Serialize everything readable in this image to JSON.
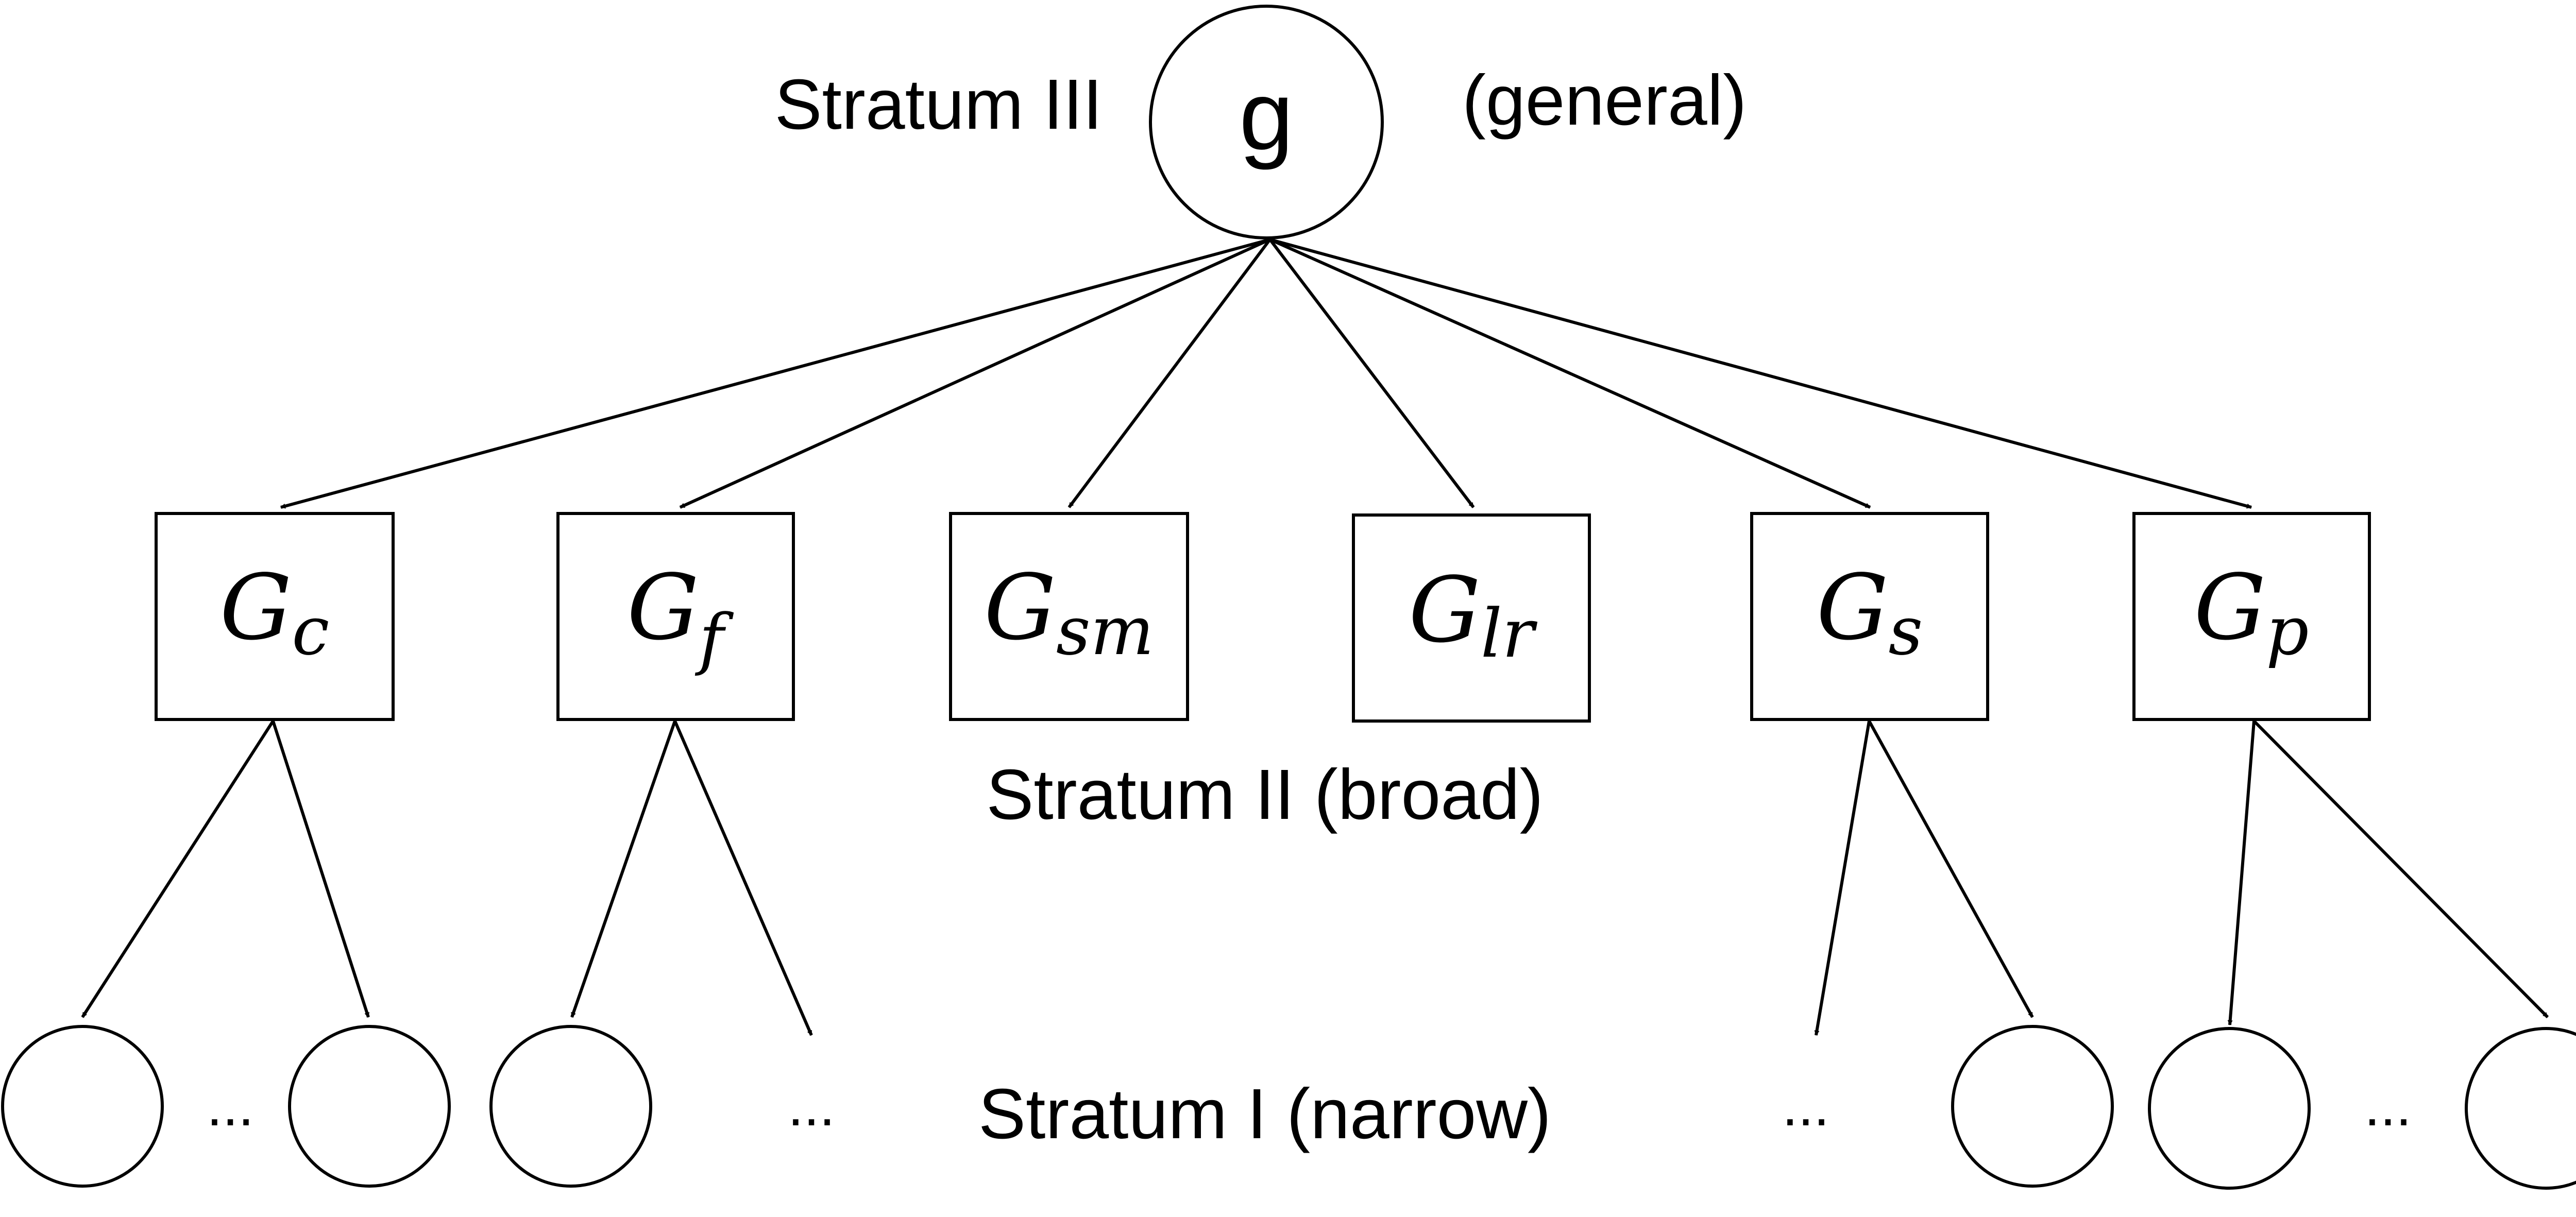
{
  "root": {
    "symbol": "g",
    "left_label": "Stratum III",
    "right_label": "(general)"
  },
  "broad": {
    "label": "Stratum II (broad)",
    "factors": [
      {
        "id": "c",
        "base": "G",
        "sub": "c"
      },
      {
        "id": "f",
        "base": "G",
        "sub": "f"
      },
      {
        "id": "sm",
        "base": "G",
        "sub": "sm"
      },
      {
        "id": "lr",
        "base": "G",
        "sub": "lr"
      },
      {
        "id": "s",
        "base": "G",
        "sub": "s"
      },
      {
        "id": "p",
        "base": "G",
        "sub": "p"
      }
    ]
  },
  "narrow": {
    "label": "Stratum I (narrow)",
    "ellipsis": "..."
  }
}
